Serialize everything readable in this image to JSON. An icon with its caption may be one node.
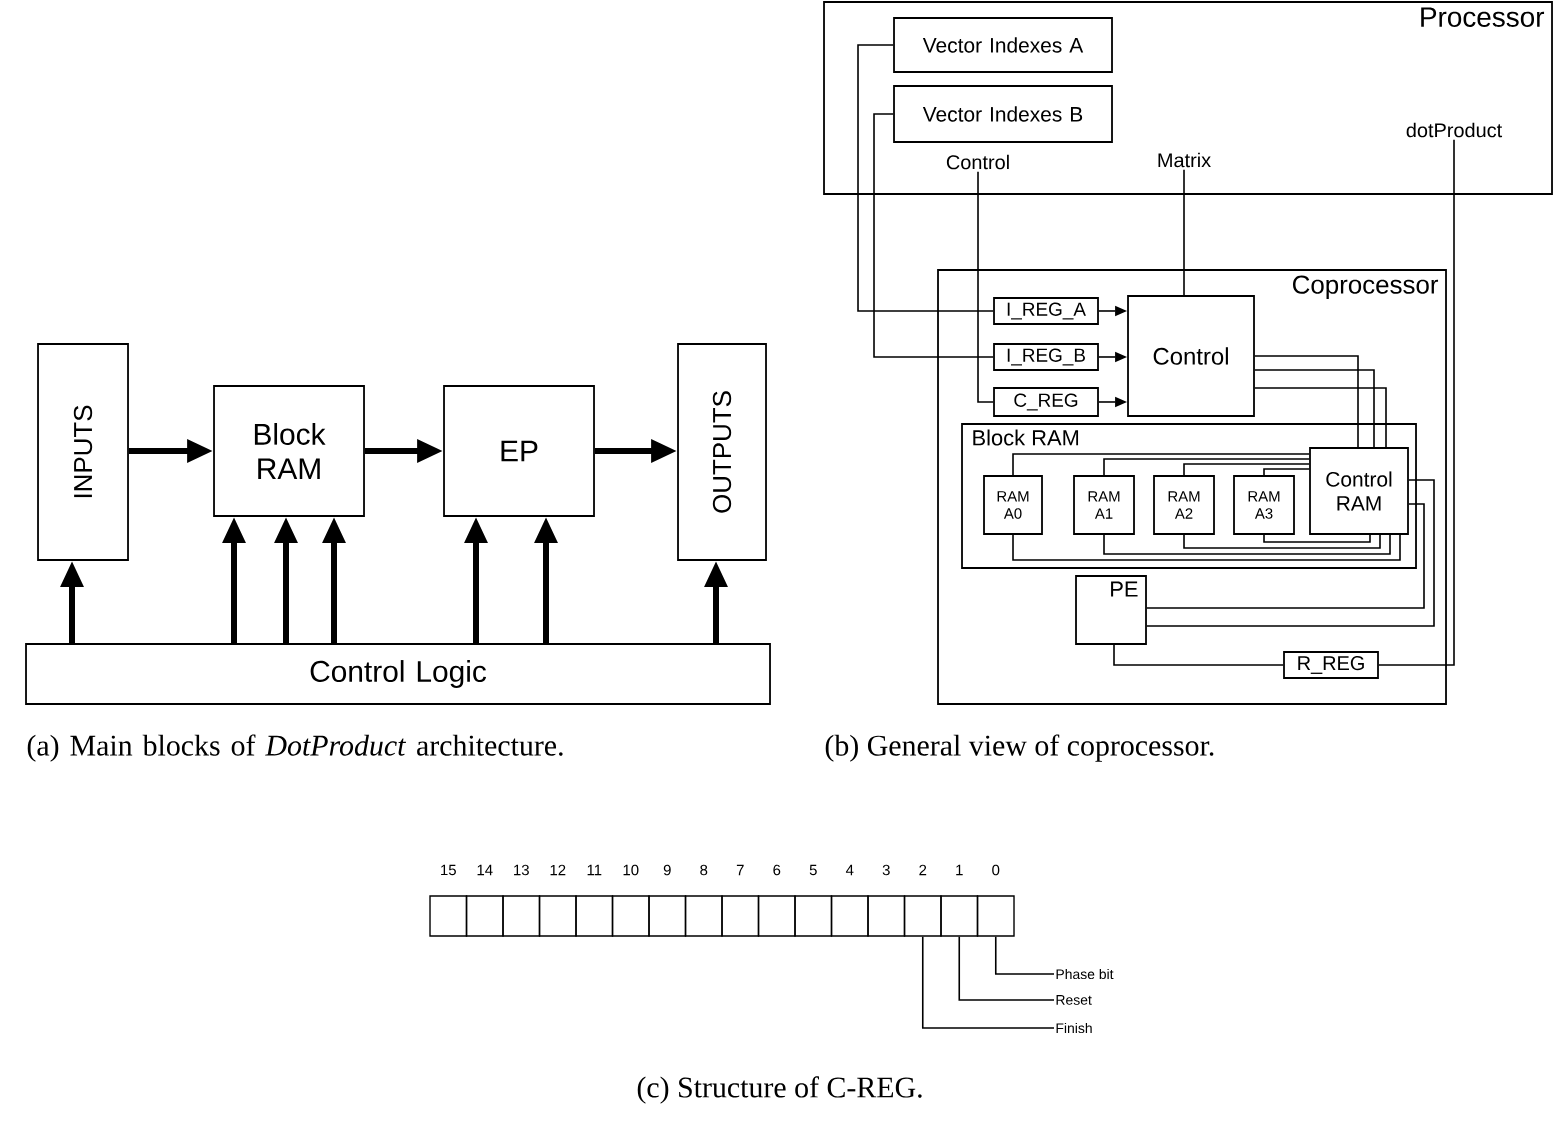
{
  "diagram": {
    "nodes": [
      {
        "text": [
          "INPUTS"
        ]
      },
      {
        "text": [
          "Block RAM"
        ]
      },
      {
        "text": [
          "EP"
        ]
      },
      {
        "text": [
          "OUTPUTS"
        ]
      },
      {
        "text": [
          "Control Logic"
        ]
      },
      {
        "text": [
          "Processor"
        ]
      },
      {
        "text": [
          "Vector Indexes A"
        ],
        "in": 5
      },
      {
        "text": [
          "Vector Indexes B"
        ],
        "in": 5
      },
      {
        "text": [
          "Control"
        ],
        "in": 5
      },
      {
        "text": [
          "Matrix"
        ],
        "in": 5
      },
      {
        "text": [
          "dotProduct"
        ],
        "in": 5
      },
      {
        "text": [
          "Coprocessor"
        ]
      },
      {
        "text": [
          "I_REG_A"
        ],
        "in": 11
      },
      {
        "text": [
          "I_REG_B"
        ],
        "in": 11
      },
      {
        "text": [
          "C_REG"
        ],
        "in": 11
      },
      {
        "text": [
          "Control"
        ],
        "in": 11
      },
      {
        "text": [
          "Block RAM"
        ],
        "in": 11
      },
      {
        "text": [
          "RAM A0"
        ],
        "in": 16
      },
      {
        "text": [
          "RAM A1"
        ],
        "in": 16
      },
      {
        "text": [
          "RAM A2"
        ],
        "in": 16
      },
      {
        "text": [
          "RAM A3"
        ],
        "in": 16
      },
      {
        "text": [
          "Control RAM"
        ],
        "in": 16
      },
      {
        "text": [
          "PE"
        ],
        "in": 11
      },
      {
        "text": [
          "R_REG"
        ],
        "in": 11
      },
      {
        "text": [],
        "shape": "box"
      },
      {
        "text": [],
        "shape": "box"
      },
      {
        "text": [],
        "shape": "box"
      },
      {
        "text": [
          "Phase bit"
        ]
      },
      {
        "text": [
          "Reset"
        ]
      },
      {
        "text": [
          "Finish"
        ]
      }
    ],
    "edges": [
      {
        "from": 0,
        "to": 1,
        "arrow": "to",
        "style": "thick"
      },
      {
        "from": 1,
        "to": 2,
        "arrow": "to",
        "style": "thick"
      },
      {
        "from": 2,
        "to": 3,
        "arrow": "to",
        "style": "thick"
      },
      {
        "from": 4,
        "to": 0,
        "arrow": "to",
        "style": "thick"
      },
      {
        "from": 4,
        "to": 1,
        "arrow": "to",
        "style": "thick"
      },
      {
        "from": 4,
        "to": 1,
        "arrow": "to",
        "style": "thick"
      },
      {
        "from": 4,
        "to": 1,
        "arrow": "to",
        "style": "thick"
      },
      {
        "from": 4,
        "to": 2,
        "arrow": "to",
        "style": "thick"
      },
      {
        "from": 4,
        "to": 2,
        "arrow": "to",
        "style": "thick"
      },
      {
        "from": 4,
        "to": 3,
        "arrow": "to",
        "style": "thick"
      },
      {
        "from": 6,
        "to": 12,
        "arrow": "none"
      },
      {
        "from": 7,
        "to": 13,
        "arrow": "none"
      },
      {
        "from": 8,
        "to": 14,
        "arrow": "none"
      },
      {
        "from": 9,
        "to": 15,
        "arrow": "none"
      },
      {
        "from": 10,
        "to": 23,
        "arrow": "none"
      },
      {
        "from": 12,
        "to": 15,
        "arrow": "to"
      },
      {
        "from": 13,
        "to": 15,
        "arrow": "to"
      },
      {
        "from": 14,
        "to": 15,
        "arrow": "to"
      },
      {
        "from": 15,
        "to": 21,
        "arrow": "none"
      },
      {
        "from": 15,
        "to": 21,
        "arrow": "none"
      },
      {
        "from": 15,
        "to": 21,
        "arrow": "none"
      },
      {
        "from": 21,
        "to": 17,
        "arrow": "none"
      },
      {
        "from": 21,
        "to": 17,
        "arrow": "none"
      },
      {
        "from": 21,
        "to": 18,
        "arrow": "none"
      },
      {
        "from": 21,
        "to": 18,
        "arrow": "none"
      },
      {
        "from": 21,
        "to": 19,
        "arrow": "none"
      },
      {
        "from": 21,
        "to": 19,
        "arrow": "none"
      },
      {
        "from": 21,
        "to": 20,
        "arrow": "none"
      },
      {
        "from": 21,
        "to": 20,
        "arrow": "none"
      },
      {
        "from": 21,
        "to": 22,
        "arrow": "none"
      },
      {
        "from": 21,
        "to": 22,
        "arrow": "none"
      },
      {
        "from": 22,
        "to": 23,
        "arrow": "none"
      },
      {
        "from": 27,
        "to": 26,
        "arrow": "none"
      },
      {
        "from": 28,
        "to": 25,
        "arrow": "none"
      },
      {
        "from": 29,
        "to": 24,
        "arrow": "none"
      }
    ],
    "labels": [
      "(a) Main blocks of *DotProduct* architecture.",
      "(b) General view of coprocessor.",
      "15",
      "14",
      "13",
      "12",
      "11",
      "10",
      "9",
      "8",
      "7",
      "6",
      "5",
      "4",
      "3",
      "2",
      "1",
      "0",
      "(c) Structure of C-REG."
    ]
  }
}
